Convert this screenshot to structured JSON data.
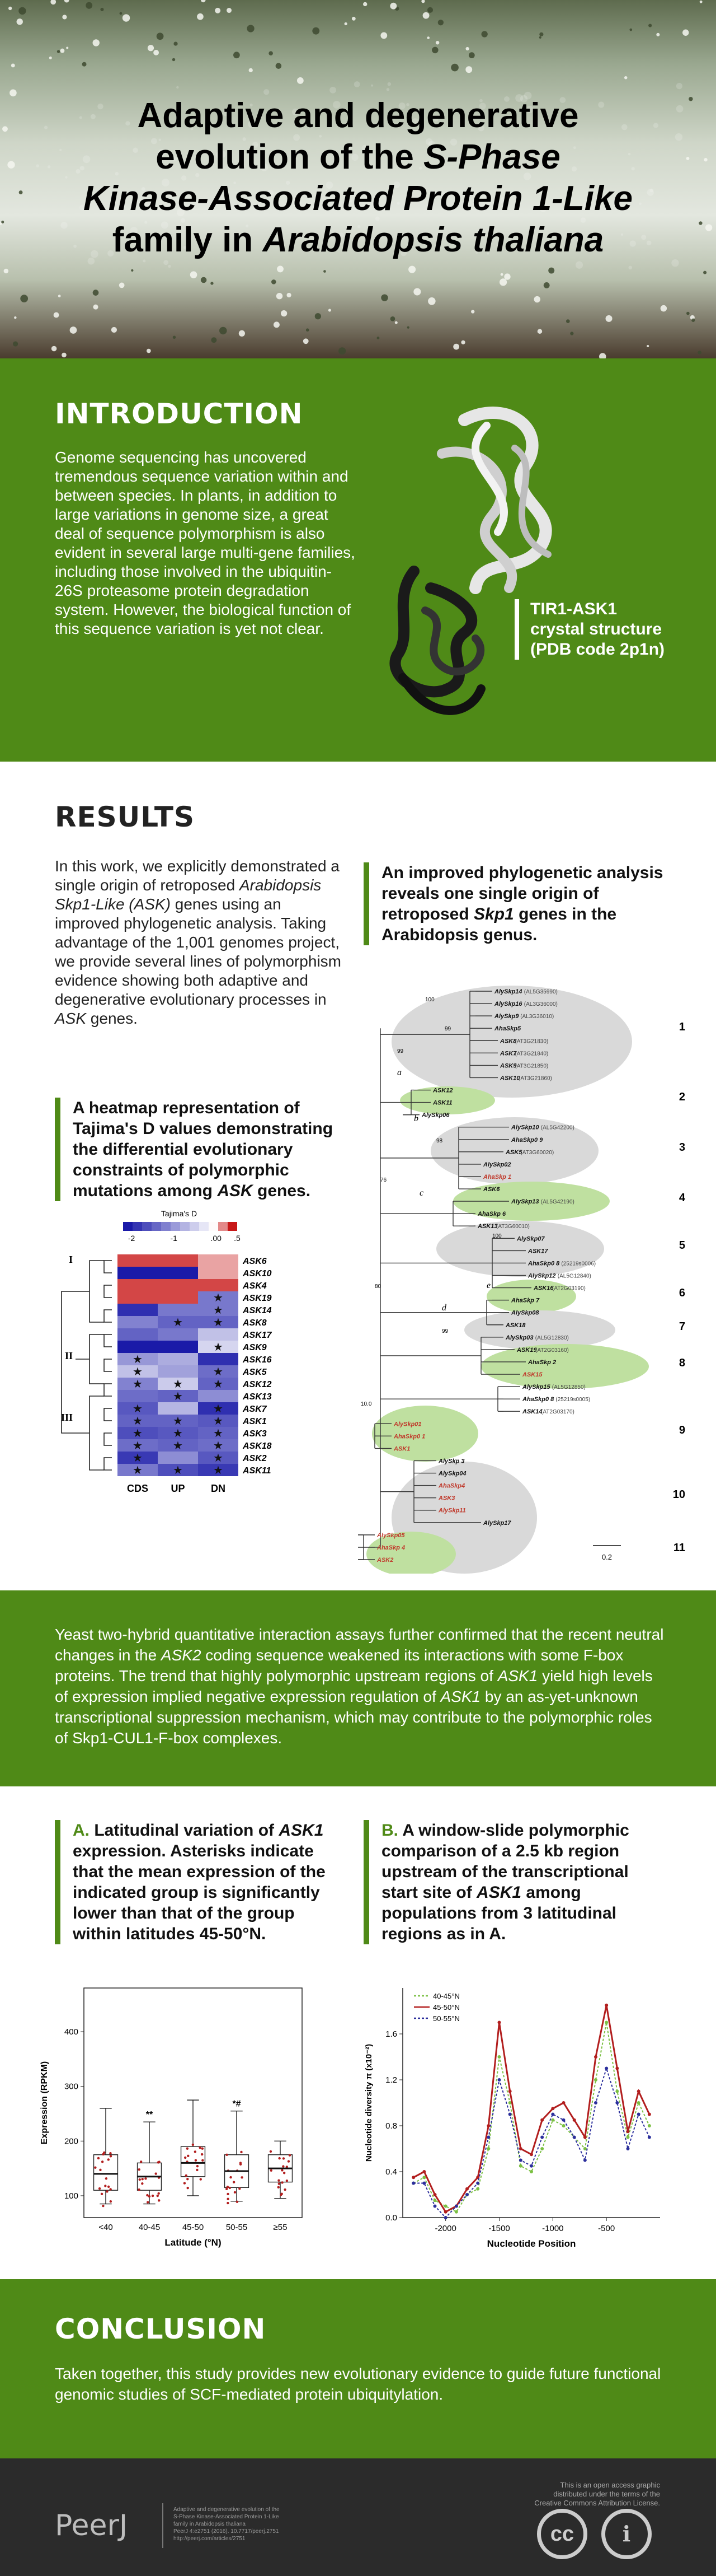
{
  "title": {
    "line1": "Adaptive and degenerative",
    "line2_a": "evolution of the ",
    "line2_b": "S-Phase",
    "line3": "Kinase-Associated Protein 1-Like",
    "line4_a": "family in ",
    "line4_b": "Arabidopsis thaliana"
  },
  "introduction": {
    "heading": "INTRODUCTION",
    "body": "Genome sequencing has uncovered tremendous sequence variation within and between species. In plants, in addition to large variations in genome size, a great deal of sequence polymorphism is also evident in several large multi-gene families, including those involved in the ubiquitin-26S proteasome protein degradation system. However, the biological function of this sequence variation is yet not clear.",
    "figure_caption_1": "TIR1-ASK1",
    "figure_caption_2": "crystal structure",
    "figure_caption_3": "(PDB code 2p1n)"
  },
  "results": {
    "heading": "RESULTS",
    "body_1": "In this work, we explicitly demonstrated a single origin of retroposed ",
    "body_2": "Arabidopsis Skp1-Like (ASK)",
    "body_3": " genes using an improved phylogenetic analysis. Taking advantage of the 1,001 genomes project, we provide several lines of polymorphism evidence showing both adaptive and degenerative evolutionary processes in ",
    "body_4": "ASK",
    "body_5": " genes.",
    "phylo_callout_1": "An improved phylogenetic analysis reveals one single origin of retroposed ",
    "phylo_callout_2": "Skp1",
    "phylo_callout_3": " genes in the Arabidopsis genus.",
    "heatmap_callout_1": "A heatmap representation of Tajima's D values demonstrating the differential evolutionary constraints of polymorphic mutations among ",
    "heatmap_callout_2": "ASK",
    "heatmap_callout_3": " genes."
  },
  "heatmap": {
    "legend_title": "Tajima's D",
    "legend_ticks": [
      "-2",
      "-1",
      ".00",
      ".5"
    ],
    "group_labels": [
      "I",
      "II",
      "III"
    ],
    "columns": [
      "CDS",
      "UP",
      "DN"
    ],
    "rows": [
      "ASK6",
      "ASK10",
      "ASK4",
      "ASK19",
      "ASK14",
      "ASK8",
      "ASK17",
      "ASK9",
      "ASK16",
      "ASK5",
      "ASK12",
      "ASK13",
      "ASK7",
      "ASK1",
      "ASK3",
      "ASK18",
      "ASK2",
      "ASK11"
    ],
    "values": [
      [
        0.4,
        0.4,
        0.2
      ],
      [
        -2.2,
        -2.2,
        0.2
      ],
      [
        0.4,
        0.4,
        0.4
      ],
      [
        0.4,
        0.4,
        -1.3
      ],
      [
        -2.0,
        -1.3,
        -1.3
      ],
      [
        -1.2,
        -1.5,
        -1.5
      ],
      [
        -1.5,
        -1.3,
        -0.6
      ],
      [
        -2.2,
        -2.2,
        -0.4
      ],
      [
        -1.0,
        -0.8,
        -2.0
      ],
      [
        -0.6,
        -0.9,
        -1.4
      ],
      [
        -1.2,
        -0.5,
        -1.5
      ],
      [
        -1.4,
        -1.5,
        -1.1
      ],
      [
        -1.6,
        -0.7,
        -2.0
      ],
      [
        -1.5,
        -1.5,
        -1.6
      ],
      [
        -1.7,
        -1.6,
        -1.5
      ],
      [
        -1.4,
        -1.5,
        -1.4
      ],
      [
        -1.9,
        -1.1,
        -1.6
      ],
      [
        -1.3,
        -1.7,
        -1.9
      ]
    ],
    "stars": [
      [
        0,
        0,
        0
      ],
      [
        0,
        0,
        0
      ],
      [
        0,
        0,
        0
      ],
      [
        0,
        0,
        1
      ],
      [
        0,
        0,
        1
      ],
      [
        0,
        1,
        1
      ],
      [
        0,
        0,
        0
      ],
      [
        0,
        0,
        1
      ],
      [
        1,
        0,
        0
      ],
      [
        1,
        0,
        1
      ],
      [
        1,
        1,
        1
      ],
      [
        0,
        1,
        0
      ],
      [
        1,
        0,
        1
      ],
      [
        1,
        1,
        1
      ],
      [
        1,
        1,
        1
      ],
      [
        1,
        1,
        1
      ],
      [
        1,
        0,
        1
      ],
      [
        1,
        1,
        1
      ]
    ],
    "colors": {
      "negative": "#1a1aa8",
      "zero": "#ffffff",
      "positive": "#c81818"
    }
  },
  "phylogeny": {
    "leaves": [
      {
        "name": "AlySkp14",
        "acc": "(AL5G35990)",
        "style": "normal"
      },
      {
        "name": "AlySkp16",
        "acc": "(AL3G36000)",
        "style": "normal"
      },
      {
        "name": "AlySkp9",
        "acc": "(AL3G36010)",
        "style": "normal"
      },
      {
        "name": "AhaSkp5",
        "acc": "",
        "style": "normal"
      },
      {
        "name": "ASK8",
        "acc": "(AT3G21830)",
        "style": "normal"
      },
      {
        "name": "ASK7",
        "acc": "(AT3G21840)",
        "style": "normal"
      },
      {
        "name": "ASK9",
        "acc": "(AT3G21850)",
        "style": "normal"
      },
      {
        "name": "ASK10",
        "acc": "(AT3G21860)",
        "style": "normal"
      },
      {
        "name": "ASK12",
        "acc": "",
        "style": "normal"
      },
      {
        "name": "ASK11",
        "acc": "",
        "style": "normal"
      },
      {
        "name": "AlySkp06",
        "acc": "",
        "style": "normal"
      },
      {
        "name": "AlySkp10",
        "acc": "(AL5G42200)",
        "style": "normal"
      },
      {
        "name": "AhaSkp0 9",
        "acc": "",
        "style": "normal"
      },
      {
        "name": "ASK5",
        "acc": "(AT3G60020)",
        "style": "normal"
      },
      {
        "name": "AlySkp02",
        "acc": "",
        "style": "normal"
      },
      {
        "name": "AhaSkp 1",
        "acc": "",
        "style": "red"
      },
      {
        "name": "ASK6",
        "acc": "",
        "style": "normal"
      },
      {
        "name": "AlySkp13",
        "acc": "(AL5G42190)",
        "style": "normal"
      },
      {
        "name": "AhaSkp 6",
        "acc": "",
        "style": "normal"
      },
      {
        "name": "ASK13",
        "acc": "(AT3G60010)",
        "style": "normal"
      },
      {
        "name": "AlySkp07",
        "acc": "",
        "style": "normal"
      },
      {
        "name": "ASK17",
        "acc": "",
        "style": "normal"
      },
      {
        "name": "AhaSkp0 8",
        "acc": "(25219s0006)",
        "style": "normal"
      },
      {
        "name": "AlySkp12",
        "acc": "(AL5G12840)",
        "style": "normal"
      },
      {
        "name": "ASK16",
        "acc": "(AT2G03190)",
        "style": "normal"
      },
      {
        "name": "AhaSkp 7",
        "acc": "",
        "style": "normal"
      },
      {
        "name": "AlySkp08",
        "acc": "",
        "style": "normal"
      },
      {
        "name": "ASK18",
        "acc": "",
        "style": "normal"
      },
      {
        "name": "AlySkp03",
        "acc": "(AL5G12830)",
        "style": "normal"
      },
      {
        "name": "ASK19",
        "acc": "(AT2G03160)",
        "style": "normal"
      },
      {
        "name": "AhaSkp 2",
        "acc": "",
        "style": "normal"
      },
      {
        "name": "ASK15",
        "acc": "",
        "style": "red"
      },
      {
        "name": "AlySkp15",
        "acc": "(AL5G12850)",
        "style": "normal"
      },
      {
        "name": "AhaSkp0 8",
        "acc": "(25219s0005)",
        "style": "normal"
      },
      {
        "name": "ASK14",
        "acc": "(AT2G03170)",
        "style": "normal"
      },
      {
        "name": "AlySkp01",
        "acc": "",
        "style": "red"
      },
      {
        "name": "AhaSkp0 1",
        "acc": "",
        "style": "red"
      },
      {
        "name": "ASK1",
        "acc": "",
        "style": "red"
      },
      {
        "name": "AlySkp 3",
        "acc": "",
        "style": "normal"
      },
      {
        "name": "AlySkp04",
        "acc": "",
        "style": "normal"
      },
      {
        "name": "AhaSkp4",
        "acc": "",
        "style": "red"
      },
      {
        "name": "ASK3",
        "acc": "",
        "style": "red"
      },
      {
        "name": "AlySkp11",
        "acc": "",
        "style": "red"
      },
      {
        "name": "AlySkp17",
        "acc": "",
        "style": "normal"
      },
      {
        "name": "AlySkp05",
        "acc": "",
        "style": "red"
      },
      {
        "name": "AhaSkp 4",
        "acc": "",
        "style": "red"
      },
      {
        "name": "ASK2",
        "acc": "",
        "style": "red"
      }
    ],
    "clade_numbers": [
      "1",
      "2",
      "3",
      "4",
      "5",
      "6",
      "7",
      "8",
      "9",
      "10",
      "11"
    ],
    "node_letters": [
      "a",
      "b",
      "c",
      "d",
      "e"
    ],
    "bootstrap_labels": [
      "100",
      "99",
      "76",
      "99",
      "100",
      "99",
      "80",
      "98",
      "10.0"
    ],
    "scale_label": "0.2"
  },
  "yeast": {
    "t1": "Yeast two-hybrid quantitative interaction assays further confirmed that the recent neutral changes in the ",
    "t2": "ASK2",
    "t3": " coding sequence weakened its interactions with some F-box proteins. The trend that highly polymorphic upstream regions of ",
    "t4": "ASK1",
    "t5": " yield high levels of expression implied negative expression regulation of ",
    "t6": "ASK1",
    "t7": " by an as-yet-unknown transcriptional suppression mechanism, which may contribute to the polymorphic roles of Skp1-CUL1-F-box complexes."
  },
  "panel_a": {
    "letter": "A.",
    "t1": " Latitudinal variation of ",
    "t2": "ASK1",
    "t3": " expression. Asterisks indicate that the mean expression of the indicated group is significantly lower than that of the group within latitudes 45-50°N."
  },
  "panel_b": {
    "letter": "B.",
    "t1": " A window-slide polymorphic comparison of a 2.5 kb region upstream of the transcriptional start site of ",
    "t2": "ASK1",
    "t3": " among populations from 3 latitudinal regions as in A."
  },
  "chart_data": [
    {
      "type": "box",
      "categories": [
        "<40",
        "40-45",
        "45-50",
        "50-55",
        "≥55"
      ],
      "medians": [
        140,
        135,
        160,
        145,
        150
      ],
      "q1": [
        110,
        110,
        135,
        115,
        125
      ],
      "q3": [
        175,
        160,
        190,
        175,
        175
      ],
      "whisker_low": [
        85,
        85,
        100,
        90,
        95
      ],
      "whisker_high": [
        260,
        235,
        275,
        255,
        200
      ],
      "annotations": [
        "",
        "**",
        "",
        "*#",
        ""
      ],
      "xlabel": "Latitude (°N)",
      "ylabel": "Expression (RPKM)",
      "ylim": [
        60,
        480
      ],
      "yticks": [
        100,
        200,
        300,
        400
      ]
    },
    {
      "type": "line",
      "x": [
        -2300,
        -2200,
        -2100,
        -2000,
        -1900,
        -1800,
        -1700,
        -1600,
        -1500,
        -1400,
        -1300,
        -1200,
        -1100,
        -1000,
        -900,
        -800,
        -700,
        -600,
        -500,
        -400,
        -300,
        -200,
        -100
      ],
      "series": [
        {
          "name": "40-45°N",
          "color": "#7bc043",
          "values": [
            0.3,
            0.35,
            0.15,
            0.1,
            0.05,
            0.2,
            0.25,
            0.6,
            1.4,
            1.0,
            0.45,
            0.4,
            0.6,
            0.85,
            0.8,
            0.7,
            0.6,
            1.2,
            1.7,
            1.1,
            0.7,
            1.0,
            0.8
          ]
        },
        {
          "name": "45-50°N",
          "color": "#b21e1e",
          "values": [
            0.35,
            0.4,
            0.2,
            0.05,
            0.1,
            0.25,
            0.35,
            0.8,
            1.7,
            1.1,
            0.6,
            0.55,
            0.85,
            0.95,
            1.0,
            0.85,
            0.7,
            1.4,
            1.85,
            1.3,
            0.75,
            1.1,
            0.9
          ]
        },
        {
          "name": "50-55°N",
          "color": "#2b2e9c",
          "values": [
            0.3,
            0.3,
            0.1,
            0.0,
            0.1,
            0.2,
            0.3,
            0.7,
            1.2,
            0.9,
            0.5,
            0.45,
            0.7,
            0.9,
            0.85,
            0.7,
            0.5,
            1.0,
            1.3,
            1.0,
            0.6,
            0.9,
            0.7
          ]
        }
      ],
      "xlabel": "Nucleotide Position",
      "ylabel": "Nucleotide diversity π (x10⁻²)",
      "xticks": [
        -2000,
        -1500,
        -1000,
        -500
      ],
      "yticks": [
        0.0,
        0.4,
        0.8,
        1.2,
        1.6
      ],
      "xlim": [
        -2400,
        0
      ],
      "ylim": [
        0.0,
        2.0
      ]
    }
  ],
  "conclusion": {
    "heading": "CONCLUSION",
    "body": "Taken together, this study provides new evolutionary evidence to guide future functional genomic studies of SCF-mediated protein ubiquitylation."
  },
  "footer": {
    "brand": "PeerJ",
    "citation_1": "Adaptive and degenerative evolution of the",
    "citation_2": "S-Phase Kinase-Associated Protein 1-Like",
    "citation_3": "family in Arabidopsis thaliana",
    "citation_4": "PeerJ 4:e2751 (2016). 10.7717/peerj.2751",
    "citation_5": "http://peerj.com/articles/2751",
    "license_1": "This is an open access graphic",
    "license_2": "distributed under the terms of the",
    "license_3": "Creative Commons Attribution License.",
    "cc_symbol": "cc",
    "by_symbol": "i"
  }
}
